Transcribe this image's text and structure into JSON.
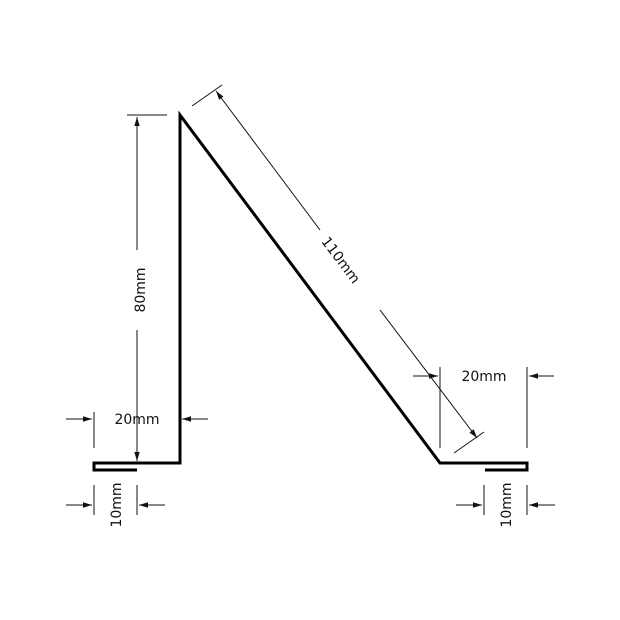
{
  "diagram": {
    "type": "sheet-metal-profile",
    "colors": {
      "profile": "#000000",
      "dimension": "#111111",
      "background": "#ffffff"
    },
    "dimensions": {
      "vertical_height": "80mm",
      "slope_length": "110mm",
      "left_base_width": "20mm",
      "right_base_width": "20mm",
      "left_hem": "10mm",
      "right_hem": "10mm"
    }
  }
}
